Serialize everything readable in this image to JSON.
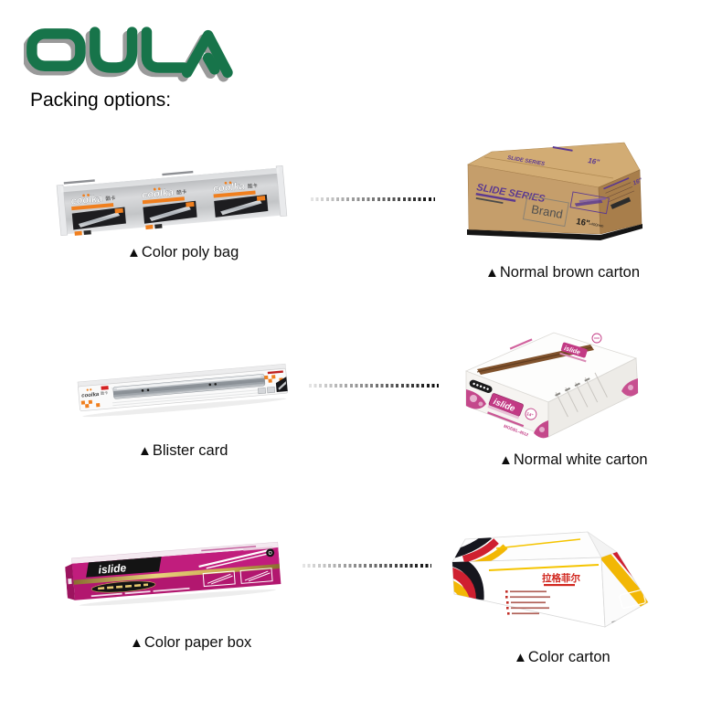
{
  "heading": "Packing options:",
  "marker": "▲",
  "logo": {
    "text": "OULA"
  },
  "palette": {
    "logo_green": "#17744a",
    "logo_shadow": "#9a9a9a",
    "orange": "#f07f1e",
    "carton_purple": "#5b3990",
    "carton_brown": "#c59e6b",
    "islide_magenta": "#c23a84",
    "paperbox_magenta": "#b2176f",
    "flag_red": "#cf2030",
    "flag_gold": "#f2b705",
    "flag_black": "#16161e"
  },
  "packing_options": [
    {
      "label": "Color poly bag",
      "print": {
        "brand": "coolka",
        "brand_cn": "酷卡"
      }
    },
    {
      "label": "Normal brown carton",
      "print": {
        "series": "SLIDE SERIES",
        "brand": "Brand",
        "size": "16\"",
        "size_mm": "=400mm"
      }
    },
    {
      "label": "Blister card",
      "print": {
        "brand": "coolka",
        "brand_cn": "酷卡"
      }
    },
    {
      "label": "Normal white carton",
      "print": {
        "brand": "islide",
        "model": "MODEL-4512",
        "size": "14\""
      }
    },
    {
      "label": "Color paper box",
      "print": {
        "brand": "islide"
      }
    },
    {
      "label": "Color carton",
      "print": {
        "title_cn": "拉格菲尔"
      }
    }
  ]
}
